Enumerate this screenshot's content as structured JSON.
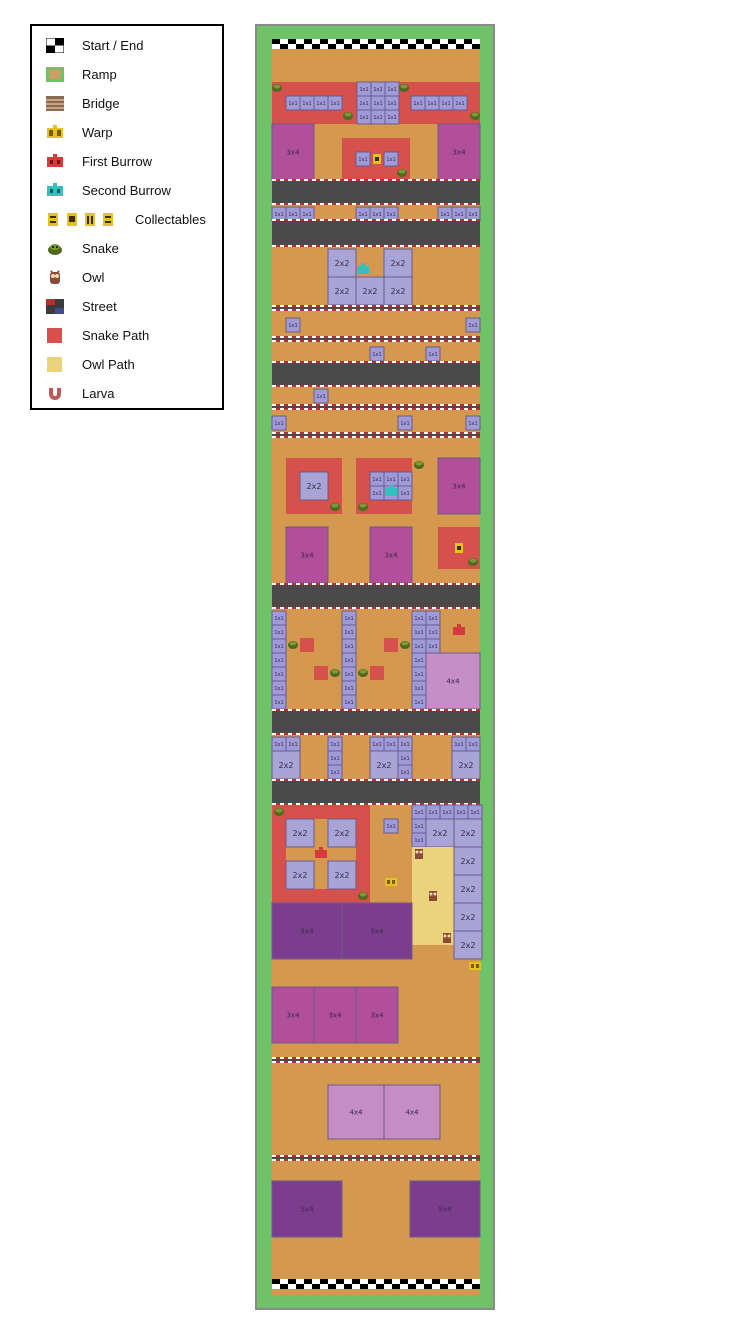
{
  "legend": {
    "items": [
      {
        "label": "Start / End",
        "icon": "checker-icon"
      },
      {
        "label": "Ramp",
        "icon": "ramp-icon"
      },
      {
        "label": "Bridge",
        "icon": "bridge-icon"
      },
      {
        "label": "Warp",
        "icon": "warp-icon"
      },
      {
        "label": "First Burrow",
        "icon": "first-burrow-icon"
      },
      {
        "label": "Second Burrow",
        "icon": "second-burrow-icon"
      },
      {
        "label": "Collectables",
        "icon": "collectables-icon"
      },
      {
        "label": "Snake",
        "icon": "snake-icon"
      },
      {
        "label": "Owl",
        "icon": "owl-icon"
      },
      {
        "label": "Street",
        "icon": "street-icon"
      },
      {
        "label": "Snake Path",
        "icon": "snake-path-icon"
      },
      {
        "label": "Owl Path",
        "icon": "owl-path-icon"
      },
      {
        "label": "Larva",
        "icon": "larva-icon"
      }
    ]
  },
  "map": {
    "block_labels": {
      "b1": "1x1",
      "b2": "2x2",
      "b3": "3x4",
      "b4": "4x4",
      "b5": "5x4"
    }
  },
  "colors": {
    "ground": "#d4994f",
    "border": "#6fc267",
    "street": "#4a4a4a",
    "snake_path": "#d6504c",
    "owl_path": "#ecd27a",
    "block_1x1": "#9f9bd8",
    "block_2x2": "#a9a4d6",
    "block_3x4": "#b24f9a",
    "block_4x4": "#c68ec6",
    "block_5x4": "#7c3d8e"
  }
}
